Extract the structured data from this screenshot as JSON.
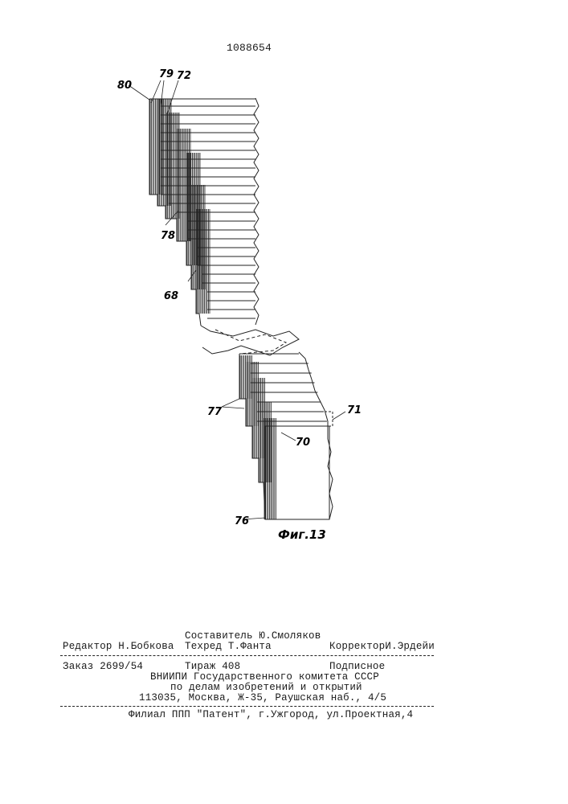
{
  "header": {
    "patent_number": "1088654"
  },
  "figure": {
    "caption": "Фиг.13",
    "labels": {
      "l80": "80",
      "l79": "79",
      "l72": "72",
      "l78": "78",
      "l68": "68",
      "l77": "77",
      "l71": "71",
      "l70": "70",
      "l76": "76"
    }
  },
  "colophon": {
    "compiler": "Составитель Ю.Смоляков",
    "editor": "Редактор Н.Бобкова",
    "techred": "Техред Т.Фанта",
    "corrector": "КорректорИ.Эрдейи",
    "order": "Заказ 2699/54",
    "circulation": "Тираж 408",
    "subscription": "Подписное",
    "org_line1": "ВНИИПИ Государственного комитета СССР",
    "org_line2": "по делам изобретений и открытий",
    "org_address": "113035, Москва, Ж-35, Раушская наб., 4/5",
    "branch": "Филиал ППП \"Патент\", г.Ужгород, ул.Проектная,4"
  }
}
